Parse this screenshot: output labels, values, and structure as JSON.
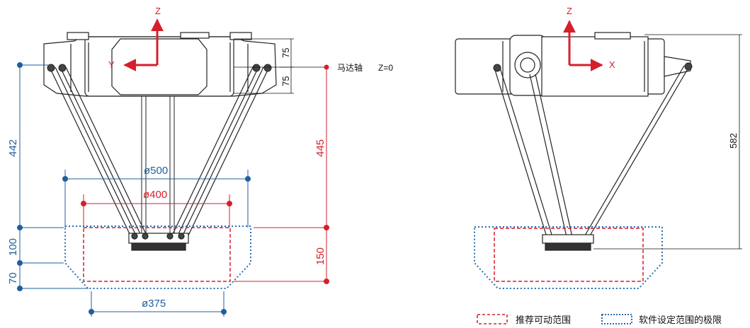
{
  "colors": {
    "blue": "#1f5f9f",
    "red": "#d61f2c",
    "black": "#111111",
    "body_fill": "#ffffff",
    "body_stroke": "#222222",
    "recommended_box": "#d61f2c",
    "limit_box": "#2a6db0"
  },
  "front_view": {
    "axis_z": "Z",
    "axis_y": "Y",
    "dim_75_top": "75",
    "dim_75_bottom": "75",
    "motor_axis_label": "马达轴",
    "z0_label": "Z=0",
    "dim_442": "442",
    "dim_445": "445",
    "dim_d500": "ø500",
    "dim_d400": "ø400",
    "dim_d375": "ø375",
    "dim_100": "100",
    "dim_70": "70",
    "dim_150": "150"
  },
  "side_view": {
    "axis_z": "Z",
    "axis_x": "X",
    "dim_582": "582"
  },
  "legend": {
    "recommended": "推荐可动范围",
    "software_limit": "软件设定范围的极限"
  }
}
